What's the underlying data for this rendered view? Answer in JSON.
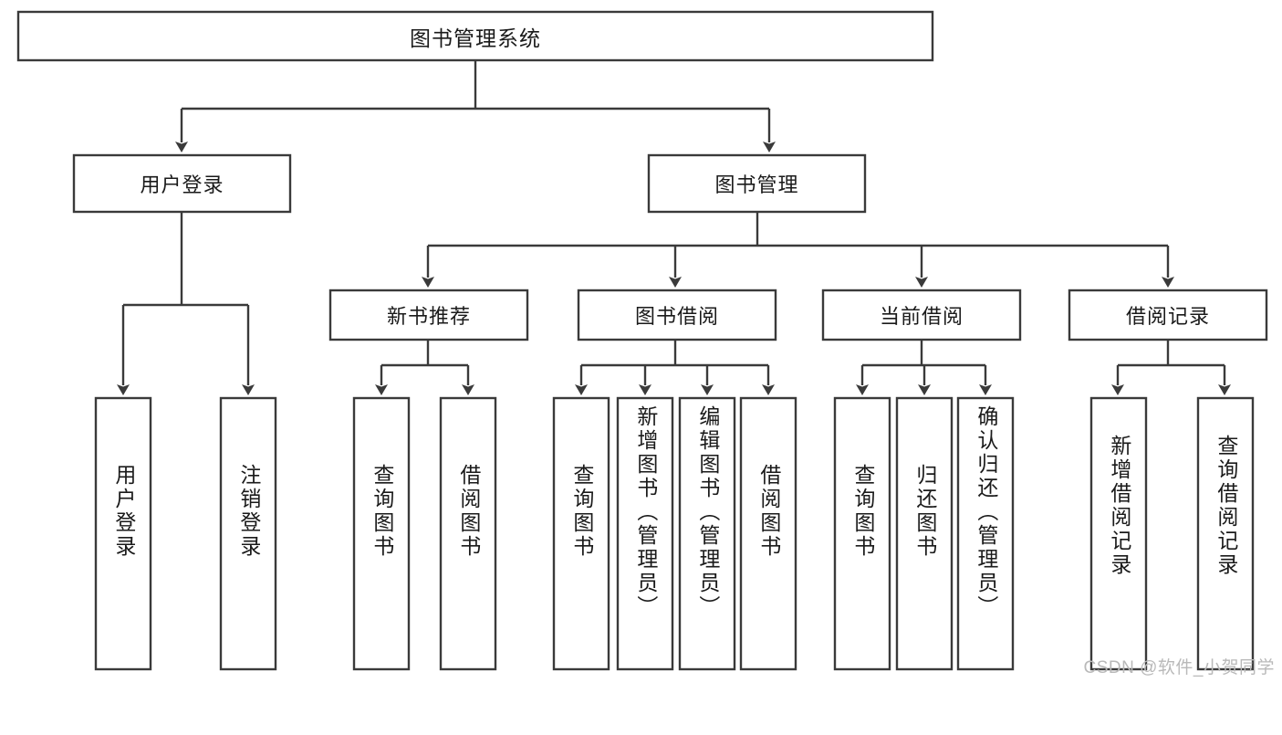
{
  "diagram": {
    "type": "tree",
    "title": "图书管理系统",
    "watermark": "CSDN @软件_小贺同学",
    "colors": {
      "stroke": "#3a3a3a",
      "fill": "#ffffff",
      "text": "#1a1a1a",
      "watermark": "#b9b9b9"
    },
    "levels": {
      "root": {
        "label": "图书管理系统"
      },
      "level2": [
        {
          "label": "用户登录"
        },
        {
          "label": "图书管理"
        }
      ],
      "level3": [
        {
          "label": "新书推荐"
        },
        {
          "label": "图书借阅"
        },
        {
          "label": "当前借阅"
        },
        {
          "label": "借阅记录"
        }
      ]
    },
    "leaves": {
      "user_login": [
        {
          "label": "用户登录"
        },
        {
          "label": "注销登录"
        }
      ],
      "new_book_recommend": [
        {
          "label": "查询图书"
        },
        {
          "label": "借阅图书"
        }
      ],
      "book_borrow": [
        {
          "label": "查询图书"
        },
        {
          "label": "新增图书（管理员）"
        },
        {
          "label": "编辑图书（管理员）"
        },
        {
          "label": "借阅图书"
        }
      ],
      "current_borrow": [
        {
          "label": "查询图书"
        },
        {
          "label": "归还图书"
        },
        {
          "label": "确认归还（管理员）"
        }
      ],
      "borrow_record": [
        {
          "label": "新增借阅记录"
        },
        {
          "label": "查询借阅记录"
        }
      ]
    }
  }
}
